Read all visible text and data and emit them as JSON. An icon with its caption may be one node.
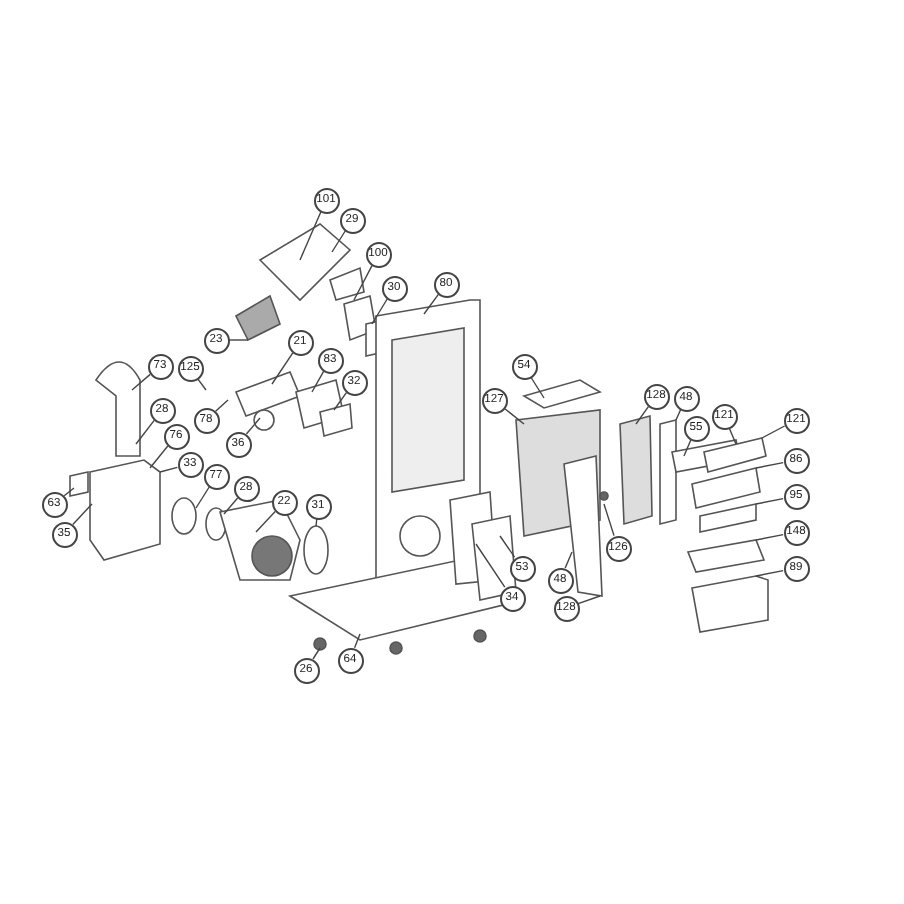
{
  "diagram": {
    "nodes": [
      {
        "text": [
          "101"
        ]
      },
      {
        "text": [
          "29"
        ]
      },
      {
        "text": [
          "100"
        ]
      },
      {
        "text": [
          "30"
        ]
      },
      {
        "text": [
          "80"
        ]
      },
      {
        "text": [
          "23"
        ]
      },
      {
        "text": [
          "21"
        ]
      },
      {
        "text": [
          "83"
        ]
      },
      {
        "text": [
          "32"
        ]
      },
      {
        "text": [
          "73"
        ]
      },
      {
        "text": [
          "125"
        ]
      },
      {
        "text": [
          "78"
        ]
      },
      {
        "text": [
          "36"
        ]
      },
      {
        "text": [
          "28"
        ]
      },
      {
        "text": [
          "76"
        ]
      },
      {
        "text": [
          "33"
        ]
      },
      {
        "text": [
          "77"
        ]
      },
      {
        "text": [
          "28"
        ]
      },
      {
        "text": [
          "22"
        ]
      },
      {
        "text": [
          "31"
        ]
      },
      {
        "text": [
          "63"
        ]
      },
      {
        "text": [
          "35"
        ]
      },
      {
        "text": [
          "54"
        ]
      },
      {
        "text": [
          "127"
        ]
      },
      {
        "text": [
          "128"
        ]
      },
      {
        "text": [
          "48"
        ]
      },
      {
        "text": [
          "55"
        ]
      },
      {
        "text": [
          "121"
        ]
      },
      {
        "text": [
          "121"
        ]
      },
      {
        "text": [
          "86"
        ]
      },
      {
        "text": [
          "95"
        ]
      },
      {
        "text": [
          "148"
        ]
      },
      {
        "text": [
          "89"
        ]
      },
      {
        "text": [
          "53"
        ]
      },
      {
        "text": [
          "48"
        ]
      },
      {
        "text": [
          "126"
        ]
      },
      {
        "text": [
          "128"
        ]
      },
      {
        "text": [
          "34"
        ]
      },
      {
        "text": [
          "26"
        ]
      },
      {
        "text": [
          "64"
        ]
      }
    ],
    "edges": [
      {
        "from": 0,
        "to": null,
        "arrow": "none"
      },
      {
        "from": 1,
        "to": null,
        "arrow": "none"
      },
      {
        "from": 2,
        "to": null,
        "arrow": "none"
      },
      {
        "from": 3,
        "to": null,
        "arrow": "none"
      },
      {
        "from": 4,
        "to": null,
        "arrow": "none"
      },
      {
        "from": 5,
        "to": null,
        "arrow": "none"
      },
      {
        "from": 6,
        "to": null,
        "arrow": "none"
      },
      {
        "from": 7,
        "to": null,
        "arrow": "none"
      },
      {
        "from": 8,
        "to": null,
        "arrow": "none"
      },
      {
        "from": 9,
        "to": null,
        "arrow": "none"
      },
      {
        "from": 10,
        "to": null,
        "arrow": "none"
      },
      {
        "from": 11,
        "to": null,
        "arrow": "none"
      },
      {
        "from": 12,
        "to": null,
        "arrow": "none"
      },
      {
        "from": 13,
        "to": null,
        "arrow": "none"
      },
      {
        "from": 14,
        "to": null,
        "arrow": "none"
      },
      {
        "from": 15,
        "to": null,
        "arrow": "none"
      },
      {
        "from": 16,
        "to": null,
        "arrow": "none"
      },
      {
        "from": 17,
        "to": null,
        "arrow": "none"
      },
      {
        "from": 18,
        "to": null,
        "arrow": "none"
      },
      {
        "from": 19,
        "to": null,
        "arrow": "none"
      },
      {
        "from": 20,
        "to": null,
        "arrow": "none"
      },
      {
        "from": 21,
        "to": null,
        "arrow": "none"
      },
      {
        "from": 22,
        "to": null,
        "arrow": "none"
      },
      {
        "from": 23,
        "to": null,
        "arrow": "none"
      },
      {
        "from": 24,
        "to": null,
        "arrow": "none"
      },
      {
        "from": 25,
        "to": null,
        "arrow": "none"
      },
      {
        "from": 26,
        "to": null,
        "arrow": "none"
      },
      {
        "from": 27,
        "to": null,
        "arrow": "none"
      },
      {
        "from": 28,
        "to": null,
        "arrow": "none"
      },
      {
        "from": 29,
        "to": null,
        "arrow": "none"
      },
      {
        "from": 30,
        "to": null,
        "arrow": "none"
      },
      {
        "from": 31,
        "to": null,
        "arrow": "none"
      },
      {
        "from": 32,
        "to": null,
        "arrow": "none"
      },
      {
        "from": 33,
        "to": null,
        "arrow": "none"
      },
      {
        "from": 34,
        "to": null,
        "arrow": "none"
      },
      {
        "from": 35,
        "to": null,
        "arrow": "none"
      },
      {
        "from": 36,
        "to": null,
        "arrow": "none"
      },
      {
        "from": 37,
        "to": null,
        "arrow": "none"
      },
      {
        "from": 38,
        "to": null,
        "arrow": "none"
      },
      {
        "from": 39,
        "to": null,
        "arrow": "none"
      }
    ]
  }
}
